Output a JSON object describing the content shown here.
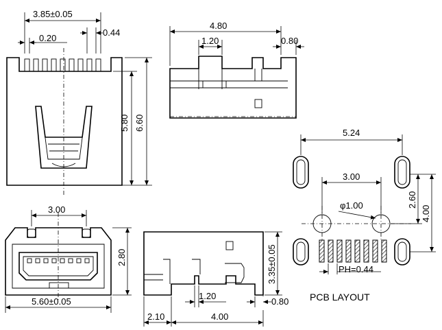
{
  "top_view": {
    "dim_width": "3.85±0.05",
    "dim_pin_width": "0.20",
    "dim_pitch": "0.44",
    "dim_body_height": "5.80",
    "dim_total_height": "6.60"
  },
  "side_top": {
    "dim_length": "4.80",
    "dim_step": "1.20",
    "dim_tab": "0.80"
  },
  "front_view": {
    "dim_tab_spacing": "3.00",
    "dim_width": "5.60±0.05",
    "dim_height": "2.80"
  },
  "side_bottom": {
    "dim_height": "3.35±0.05",
    "dim_step": "1.20",
    "dim_tab": "0.80",
    "dim_offset": "2.10",
    "dim_length": "4.00"
  },
  "pcb_layout": {
    "dim_width": "5.24",
    "dim_hole_spacing": "3.00",
    "dim_hole_dia": "φ1.00",
    "dim_row_spacing": "2.60",
    "dim_total_height": "4.00",
    "dim_pitch": "PH=0.44",
    "title": "PCB LAYOUT"
  }
}
